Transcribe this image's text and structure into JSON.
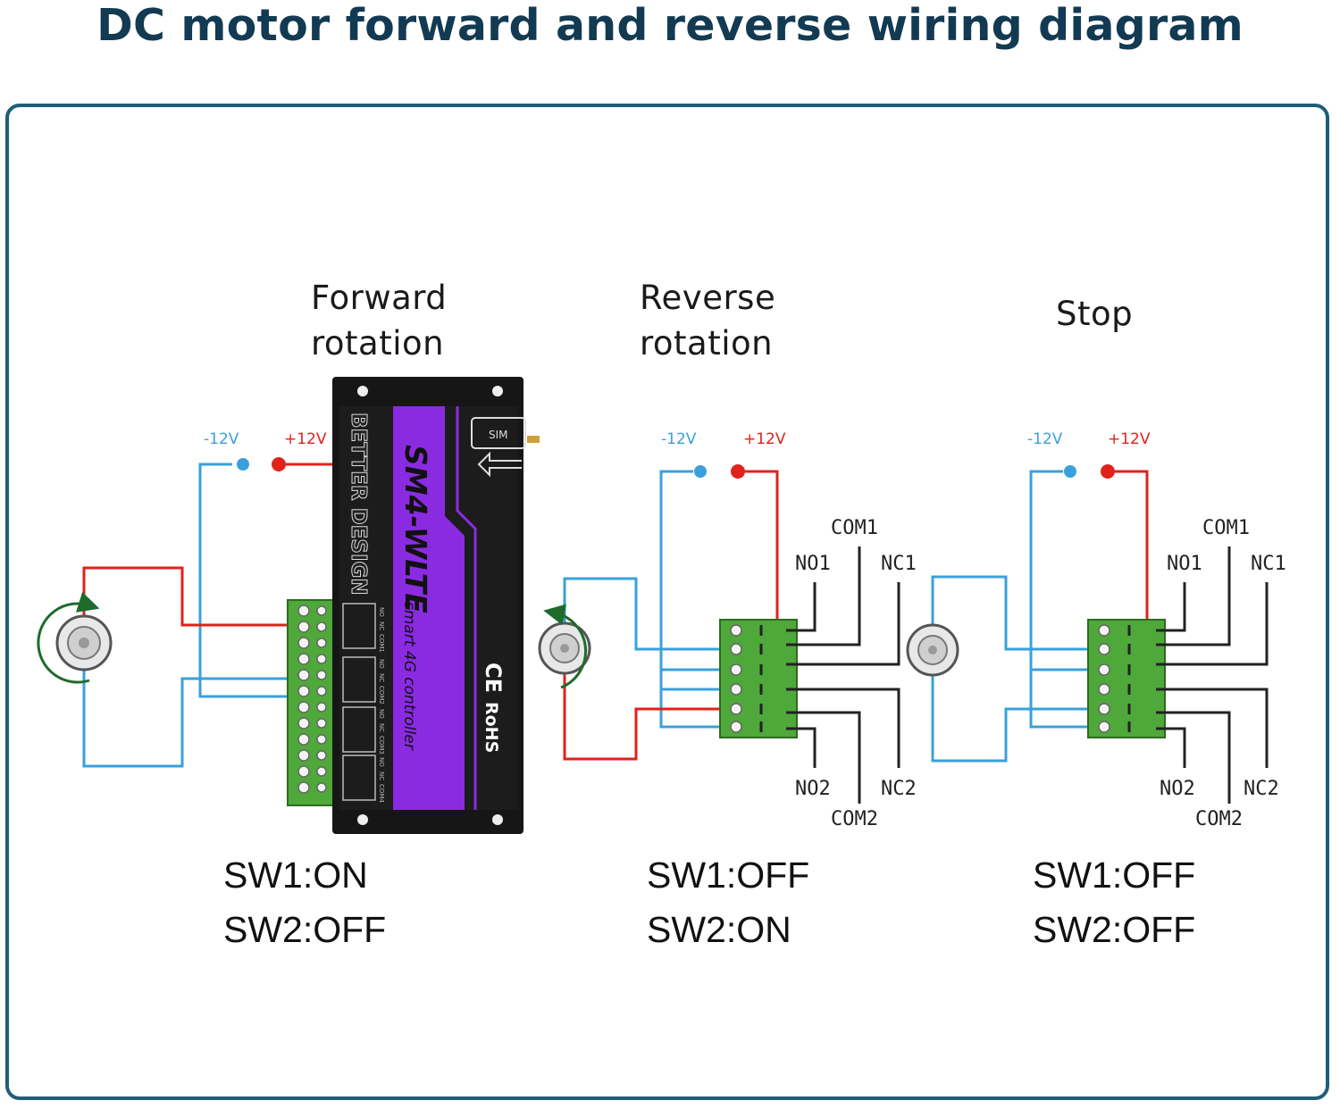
{
  "title": "DC motor forward and reverse wiring diagram",
  "colors": {
    "title": "#123a52",
    "frame": "#1f5e7a",
    "positive_wire": "#e0221b",
    "negative_wire": "#3aa0dc",
    "terminal_block": "#4fa83a",
    "controller_stripe": "#8a2be2",
    "controller_body": "#161616"
  },
  "panels": [
    {
      "mode_line1": "Forward",
      "mode_line2": "rotation",
      "neg_label": "-12V",
      "pos_label": "+12V",
      "sw1": "SW1:ON",
      "sw2": "SW2:OFF",
      "rotation_arrow": "clockwise-arrow-icon"
    },
    {
      "mode_line1": "Reverse",
      "mode_line2": "rotation",
      "neg_label": "-12V",
      "pos_label": "+12V",
      "terminals": {
        "com1": "COM1",
        "no1": "NO1",
        "nc1": "NC1",
        "no2": "NO2",
        "nc2": "NC2",
        "com2": "COM2"
      },
      "sw1": "SW1:OFF",
      "sw2": "SW2:ON",
      "rotation_arrow": "counterclockwise-arrow-icon"
    },
    {
      "mode_line1": "Stop",
      "neg_label": "-12V",
      "pos_label": "+12V",
      "terminals": {
        "com1": "COM1",
        "no1": "NO1",
        "nc1": "NC1",
        "no2": "NO2",
        "nc2": "NC2",
        "com2": "COM2"
      },
      "sw1": "SW1:OFF",
      "sw2": "SW2:OFF"
    }
  ],
  "controller": {
    "model": "SM4-WLTE",
    "subtitle": "smart 4G controller",
    "brand": "BETTER DESIGN",
    "sim_label": "SIM",
    "ce_mark": "CE",
    "rohs_mark": "RoHS",
    "relay_labels": [
      "NO",
      "NC",
      "COM1",
      "NO",
      "NC",
      "COM2",
      "NO",
      "NC",
      "COM3",
      "NO",
      "NC",
      "COM4"
    ]
  }
}
